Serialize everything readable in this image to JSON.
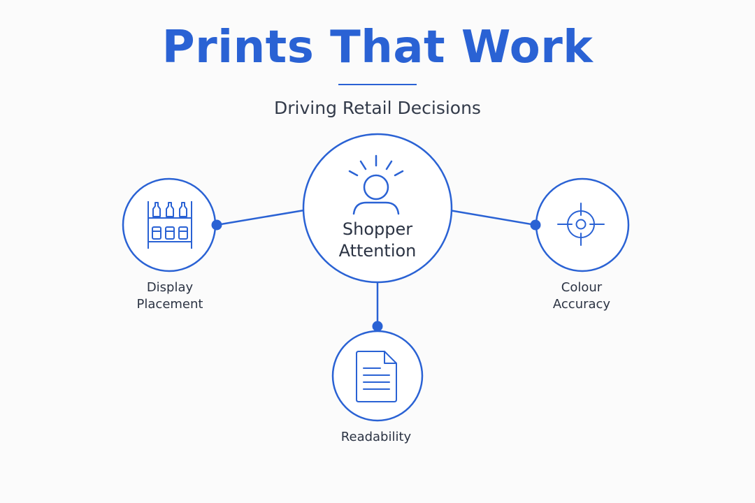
{
  "title": "Prints That Work",
  "subtitle": "Driving Retail Decisions",
  "colors": {
    "accent": "#2a62d4",
    "text": "#2b3343",
    "background": "#fbfbfb"
  },
  "center_node": {
    "label_line1": "Shopper",
    "label_line2": "Attention",
    "icon": "person-attention-icon"
  },
  "nodes": {
    "display": {
      "label_line1": "Display",
      "label_line2": "Placement",
      "icon": "shelf-bottles-icon"
    },
    "colour": {
      "label_line1": "Colour",
      "label_line2": "Accuracy",
      "icon": "target-crosshair-icon"
    },
    "readability": {
      "label": "Readability",
      "icon": "document-icon"
    }
  }
}
